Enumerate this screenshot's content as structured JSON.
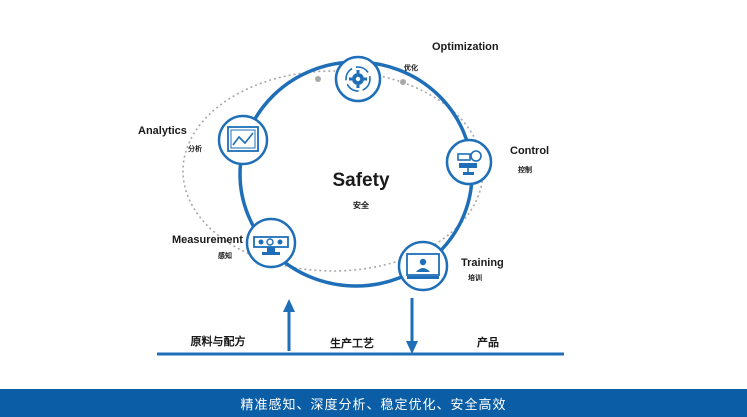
{
  "center": {
    "title": "Safety",
    "subtitle": "安全"
  },
  "nodes": [
    {
      "id": "optimization",
      "label": "Optimization",
      "label_cn": "优化",
      "icon": "gear-cycle-icon"
    },
    {
      "id": "control",
      "label": "Control",
      "label_cn": "控制",
      "icon": "valve-actuator-icon"
    },
    {
      "id": "training",
      "label": "Training",
      "label_cn": "培训",
      "icon": "monitor-person-icon"
    },
    {
      "id": "measurement",
      "label": "Measurement",
      "label_cn": "感知",
      "icon": "camera-sensor-icon"
    },
    {
      "id": "analytics",
      "label": "Analytics",
      "label_cn": "分析",
      "icon": "chart-screen-icon"
    }
  ],
  "process": {
    "left": "原料与配方",
    "middle": "生产工艺",
    "right": "产品"
  },
  "footer": "精准感知、深度分析、稳定优化、安全高效",
  "colors": {
    "primary": "#1e6fb8",
    "footer": "#0b5ea6",
    "dotted": "#a8a8a8"
  }
}
